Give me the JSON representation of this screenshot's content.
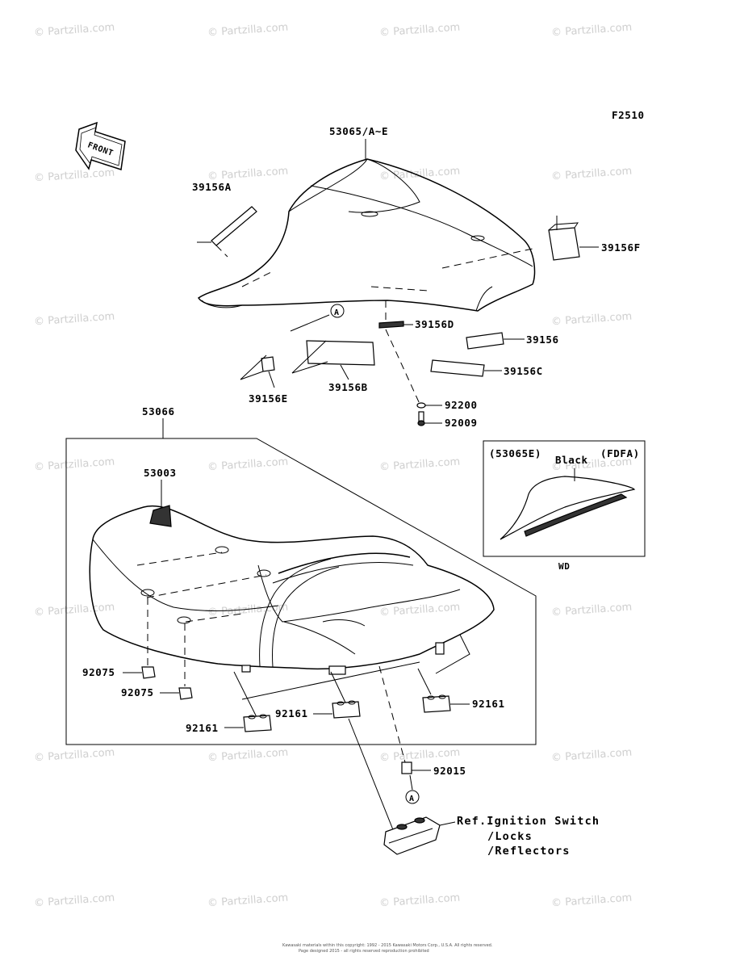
{
  "figure_code": "F2510",
  "watermark": "© Partzilla.com",
  "front_arrow_label": "FRONT",
  "parts": {
    "p53065": "53065/A~E",
    "p39156A": "39156A",
    "p39156F": "39156F",
    "p39156D": "39156D",
    "p39156": "39156",
    "p39156C": "39156C",
    "p39156B": "39156B",
    "p39156E": "39156E",
    "p92200": "92200",
    "p92009": "92009",
    "p53066": "53066",
    "p53003": "53003",
    "p92075a": "92075",
    "p92075b": "92075",
    "p92161a": "92161",
    "p92161b": "92161",
    "p92161c": "92161",
    "p92015": "92015"
  },
  "callout_marker": "A",
  "inset": {
    "part": "(53065E)",
    "code": "(FDFA)",
    "color": "Black",
    "caption": "WD"
  },
  "reference": {
    "line1": "Ref.Ignition Switch",
    "line2": "/Locks",
    "line3": "/Reflectors"
  },
  "copyright": {
    "line1": "Kawasaki materials within this copyright: 1992 - 2015 Kawasaki Motors Corp., U.S.A. All rights reserved.",
    "line2": "Page designed 2015 - all rights reserved reproduction prohibited"
  }
}
